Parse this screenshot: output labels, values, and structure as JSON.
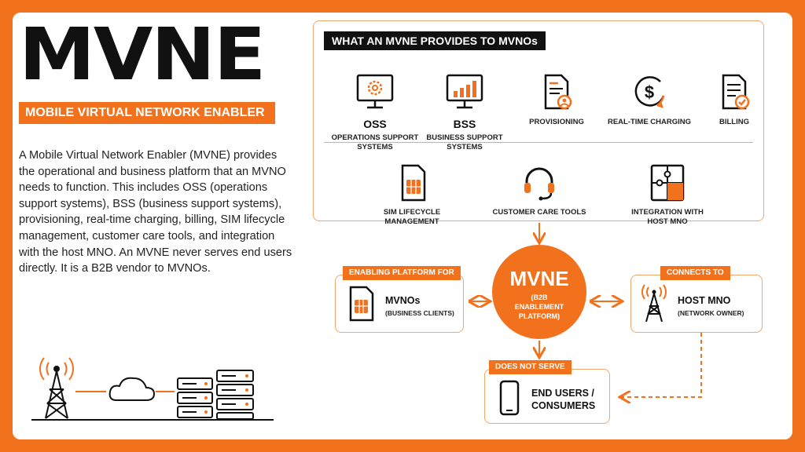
{
  "title": "MVNE",
  "subtitle": "MOBILE VIRTUAL NETWORK ENABLER",
  "description": "A Mobile Virtual Network Enabler (MVNE) provides the operational and business platform that an MVNO needs to function. This includes OSS (operations support systems), BSS (business support systems), provisioning, real-time charging, billing, SIM lifecycle management, customer care tools, and integration with the host MNO. An MVNE never serves end users directly. It is a B2B vendor to MVNOs.",
  "provides": {
    "title": "WHAT AN MVNE PROVIDES TO MVNOs",
    "items": [
      {
        "head": "OSS",
        "label": "OPERATIONS SUPPORT SYSTEMS",
        "icon": "monitor-gear-icon"
      },
      {
        "head": "BSS",
        "label": "BUSINESS SUPPORT SYSTEMS",
        "icon": "monitor-bar-chart-icon"
      },
      {
        "head": "",
        "label": "PROVISIONING",
        "icon": "document-user-icon"
      },
      {
        "head": "",
        "label": "REAL-TIME CHARGING",
        "icon": "dollar-refresh-icon"
      },
      {
        "head": "",
        "label": "BILLING",
        "icon": "invoice-check-icon"
      },
      {
        "head": "",
        "label": "SIM LIFECYCLE MANAGEMENT",
        "icon": "sim-card-icon"
      },
      {
        "head": "",
        "label": "CUSTOMER CARE TOOLS",
        "icon": "headset-icon"
      },
      {
        "head": "",
        "label": "INTEGRATION WITH HOST MNO",
        "icon": "puzzle-icon"
      }
    ]
  },
  "center": {
    "title": "MVNE",
    "subtitle": "(B2B ENABLEMENT PLATFORM)"
  },
  "enabling": {
    "tag": "ENABLING PLATFORM FOR",
    "title": "MVNOs",
    "subtitle": "(BUSINESS CLIENTS)"
  },
  "connects": {
    "tag": "CONNECTS TO",
    "title": "HOST MNO",
    "subtitle": "(NETWORK OWNER)"
  },
  "not_serve": {
    "tag": "DOES NOT SERVE",
    "title": "END USERS / CONSUMERS"
  },
  "colors": {
    "accent": "#f2711c",
    "dark": "#111111",
    "border": "#f2a86a"
  }
}
